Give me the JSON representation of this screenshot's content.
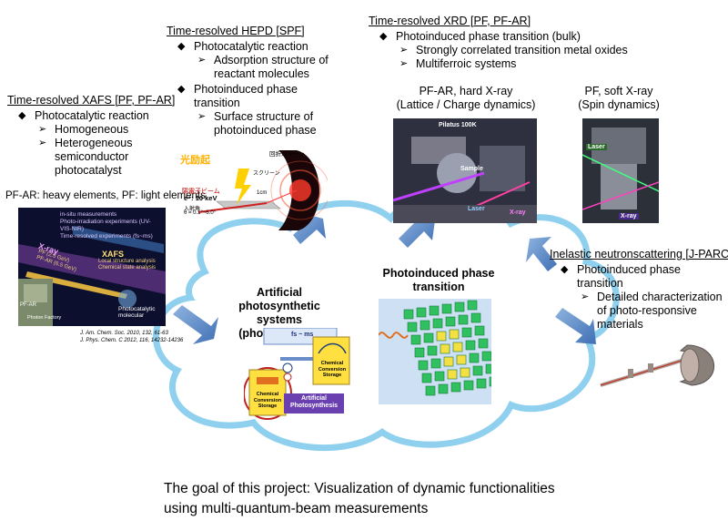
{
  "xafs": {
    "title": "Time-resolved XAFS [PF, PF-AR]",
    "items": [
      {
        "label": "Photocatalytic reaction",
        "sub": [
          "Homogeneous",
          "Heterogeneous semiconductor photocatalyst"
        ]
      }
    ],
    "note": "PF-AR: heavy elements, PF: light elements",
    "figure": {
      "lines": [
        "in-situ measurements",
        "Photo-irradiation experiments (UV-VIS-NIR)",
        "Time-resolved experiments (fs~ms)"
      ],
      "xray": "X-ray",
      "xray_source": "PF (2.5 GeV)\nPF-AR (6.5 GeV)",
      "xafs_label": "XAFS",
      "xafs_sub": "Local structure analysis\nChemical state analysis",
      "molecule": "Photocatalytic molecular",
      "pfar_tag": "PF-AR",
      "facility": "Photon Factory",
      "refs": [
        "J. Am. Chem. Soc. 2010, 132, 61-63",
        "J. Phys. Chem. C 2012, 116, 14232-14236"
      ]
    }
  },
  "hepd": {
    "title": "Time-resolved HEPD [SPF]",
    "items": [
      {
        "label": "Photocatalytic reaction",
        "sub": [
          "Adsorption structure of reactant molecules"
        ]
      },
      {
        "label": "Photoinduced phase transition",
        "sub": [
          "Surface structure of photoinduced phase"
        ]
      }
    ],
    "figure": {
      "light": "光励起",
      "pattern": "回折パターン",
      "screen": "スクリーン",
      "beam": "陽電子ビーム",
      "energy": "e⁺: 10 keV",
      "size": "1cm",
      "angle": "入射角",
      "theta": "θ = 0.1°~6.0°"
    }
  },
  "xrd": {
    "title": "Time-resolved XRD [PF, PF-AR]",
    "items": [
      {
        "label": "Photoinduced phase transition (bulk)",
        "sub": [
          "Strongly correlated transition metal oxides",
          "Multiferroic systems"
        ]
      }
    ],
    "hard": {
      "line1": "PF-AR, hard X-ray",
      "line2": "(Lattice / Charge dynamics)"
    },
    "soft": {
      "line1": "PF, soft X-ray",
      "line2": "(Spin dynamics)"
    },
    "hard_photo": {
      "pilatus": "Pilatus 100K",
      "sample": "Sample",
      "laser": "Laser",
      "xray": "X-ray"
    },
    "soft_photo": {
      "laser": "Laser",
      "xray": "X-ray"
    }
  },
  "neutron": {
    "title": "Inelastic neutronscattering [J-PARC]",
    "items": [
      {
        "label": "Photoinduced phase transition",
        "sub": [
          "Detailed characterization of photo-responsive materials"
        ]
      }
    ]
  },
  "cloud": {
    "left_title": "Artificial photosynthetic systems (photocatalyst)",
    "right_title": "Photoinduced phase transition",
    "diagram": {
      "timescale": "fs ~ ms",
      "conv1": "Chemical Conversion Storage",
      "conv2": "Chemical Conversion Storage",
      "artificial": "Artificial Photosynthesis"
    }
  },
  "goal": {
    "line1": "The goal of this project: Visualization of dynamic functionalities",
    "line2": "using multi-quantum-beam measurements"
  }
}
